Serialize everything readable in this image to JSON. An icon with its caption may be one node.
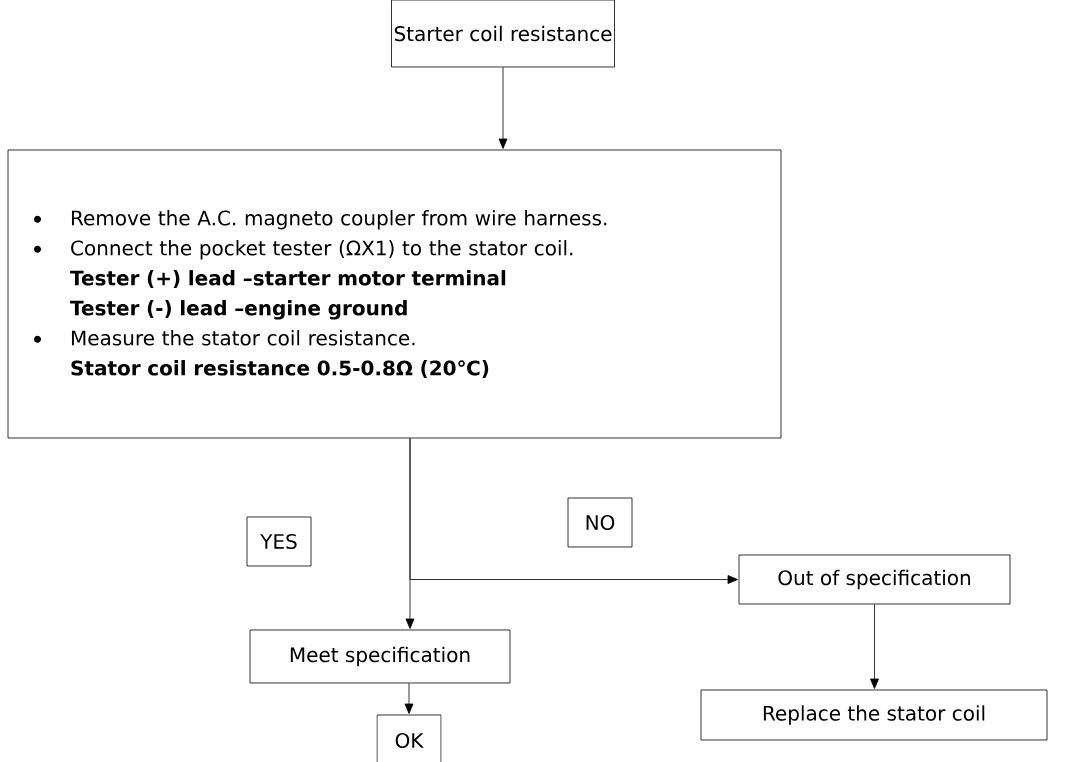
{
  "diagram": {
    "nodes": [
      {
        "text": [
          "Starter coil resistance"
        ]
      },
      {
        "text": [
          "Remove the A.C. magneto coupler from wire harness.",
          "Connect the pocket tester (ΩX1) to the stator coil.",
          "Tester (+) lead –starter motor terminal",
          "Tester (-) lead –engine ground",
          "Measure the stator coil resistance.",
          "Stator coil resistance 0.5-0.8Ω (20℃)"
        ]
      },
      {
        "text": [
          "YES"
        ]
      },
      {
        "text": [
          "NO"
        ]
      },
      {
        "text": [
          "Out of specification"
        ]
      },
      {
        "text": [
          "Meet specification"
        ]
      },
      {
        "text": [
          "Replace the stator coil"
        ]
      },
      {
        "text": [
          "OK"
        ]
      }
    ],
    "edges": [
      {
        "from": 0,
        "to": 1,
        "arrow": "to"
      },
      {
        "from": 1,
        "to": 5,
        "arrow": "to"
      },
      {
        "from": 1,
        "to": 4,
        "arrow": "to"
      },
      {
        "from": 4,
        "to": 6,
        "arrow": "to"
      },
      {
        "from": 5,
        "to": 7,
        "arrow": "to"
      }
    ]
  }
}
